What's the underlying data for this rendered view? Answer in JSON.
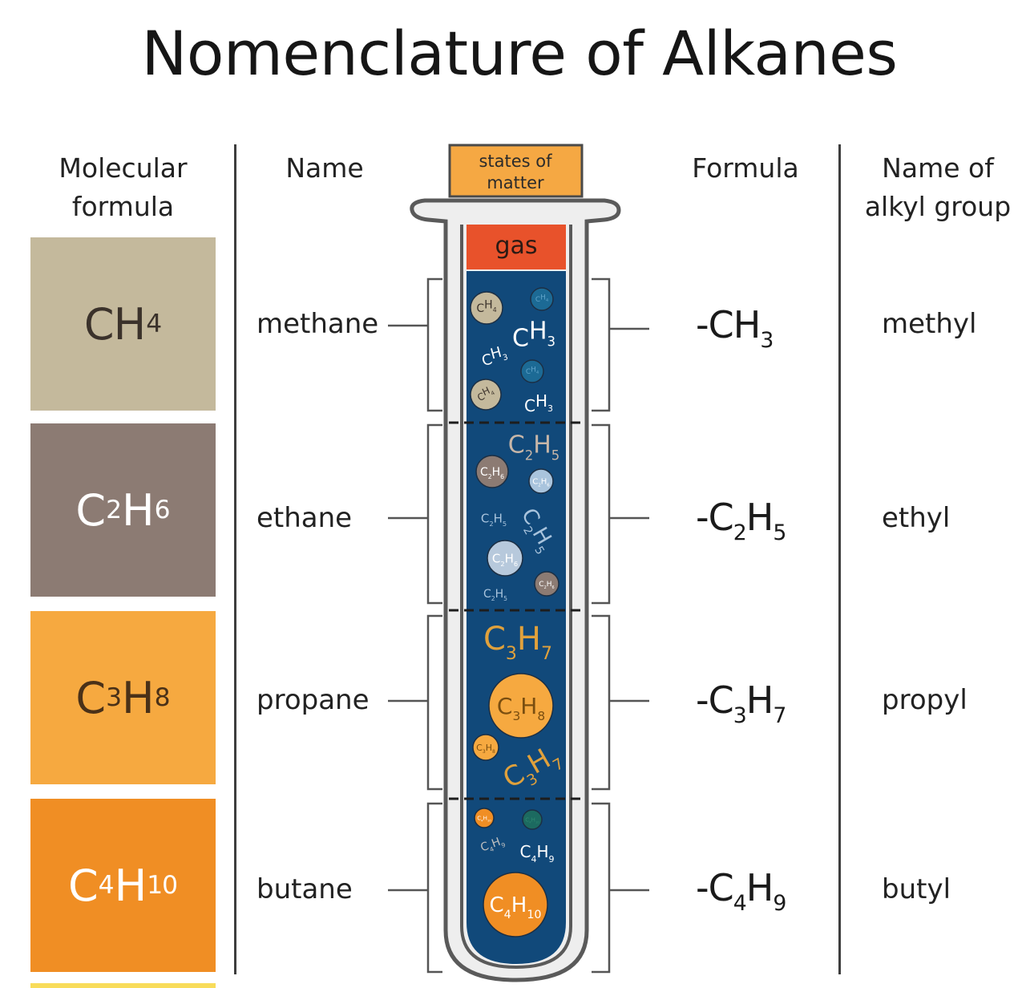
{
  "title": "Nomenclature of Alkanes",
  "headers": {
    "molecular_formula": [
      "Molecular",
      "formula"
    ],
    "name": "Name",
    "formula": "Formula",
    "alkyl_group": [
      "Name of",
      "alkyl group"
    ]
  },
  "tube": {
    "cap_label": [
      "states of",
      "matter"
    ],
    "state_label": "gas",
    "colors": {
      "cap": "#f5a843",
      "gas": "#e8522b",
      "liquid": "#11497a",
      "glass": "#eeeeee",
      "outline": "#5a5a5a"
    }
  },
  "rows": [
    {
      "molecular": {
        "parts": [
          [
            "CH",
            "4"
          ]
        ]
      },
      "box_color": "#c4b99c",
      "molecular_text_color": "#3b322b",
      "name": "methane",
      "formula": {
        "prefix": "-",
        "parts": [
          [
            "CH",
            "3"
          ]
        ]
      },
      "alkyl": "methyl",
      "tube_labels": [
        {
          "base": "CH",
          "sub": "4"
        },
        {
          "base": "CH",
          "sub": "4"
        },
        {
          "base": "CH",
          "sub": "3"
        },
        {
          "base": "CH",
          "sub": "3"
        },
        {
          "base": "CH",
          "sub": "4"
        },
        {
          "base": "CH",
          "sub": "4"
        },
        {
          "base": "CH",
          "sub": "3"
        }
      ]
    },
    {
      "molecular": {
        "parts": [
          [
            "C",
            "2"
          ],
          [
            "H",
            "6"
          ]
        ]
      },
      "box_color": "#8c7b73",
      "molecular_text_color": "#ffffff",
      "name": "ethane",
      "formula": {
        "prefix": "-",
        "parts": [
          [
            "C",
            "2"
          ],
          [
            "H",
            "5"
          ]
        ]
      },
      "alkyl": "ethyl",
      "tube_labels": [
        {
          "base": "C2H",
          "sub": "5"
        },
        {
          "base": "C2H",
          "sub": "6"
        },
        {
          "base": "C2H",
          "sub": "6"
        },
        {
          "base": "C2H",
          "sub": "5"
        },
        {
          "base": "C2H",
          "sub": "5"
        },
        {
          "base": "C2H",
          "sub": "6"
        },
        {
          "base": "C2H",
          "sub": "5"
        },
        {
          "base": "C2H",
          "sub": "6"
        }
      ]
    },
    {
      "molecular": {
        "parts": [
          [
            "C",
            "3"
          ],
          [
            "H",
            "8"
          ]
        ]
      },
      "box_color": "#f6a940",
      "molecular_text_color": "#4a3118",
      "name": "propane",
      "formula": {
        "prefix": "-",
        "parts": [
          [
            "C",
            "3"
          ],
          [
            "H",
            "7"
          ]
        ]
      },
      "alkyl": "propyl",
      "tube_labels": [
        {
          "base": "C3H",
          "sub": "7"
        },
        {
          "base": "C3H",
          "sub": "8"
        },
        {
          "base": "C3H",
          "sub": "8"
        },
        {
          "base": "C3H",
          "sub": "7"
        }
      ]
    },
    {
      "molecular": {
        "parts": [
          [
            "C",
            "4"
          ],
          [
            "H",
            "10"
          ]
        ]
      },
      "box_color": "#f08e24",
      "molecular_text_color": "#ffffff",
      "name": "butane",
      "formula": {
        "prefix": "-",
        "parts": [
          [
            "C",
            "4"
          ],
          [
            "H",
            "9"
          ]
        ]
      },
      "alkyl": "butyl",
      "tube_labels": [
        {
          "base": "C4H",
          "sub": "10"
        },
        {
          "base": "C4H",
          "sub": "10"
        },
        {
          "base": "C4H",
          "sub": "9"
        },
        {
          "base": "C4H",
          "sub": "9"
        },
        {
          "base": "C4H",
          "sub": "10"
        }
      ]
    }
  ]
}
